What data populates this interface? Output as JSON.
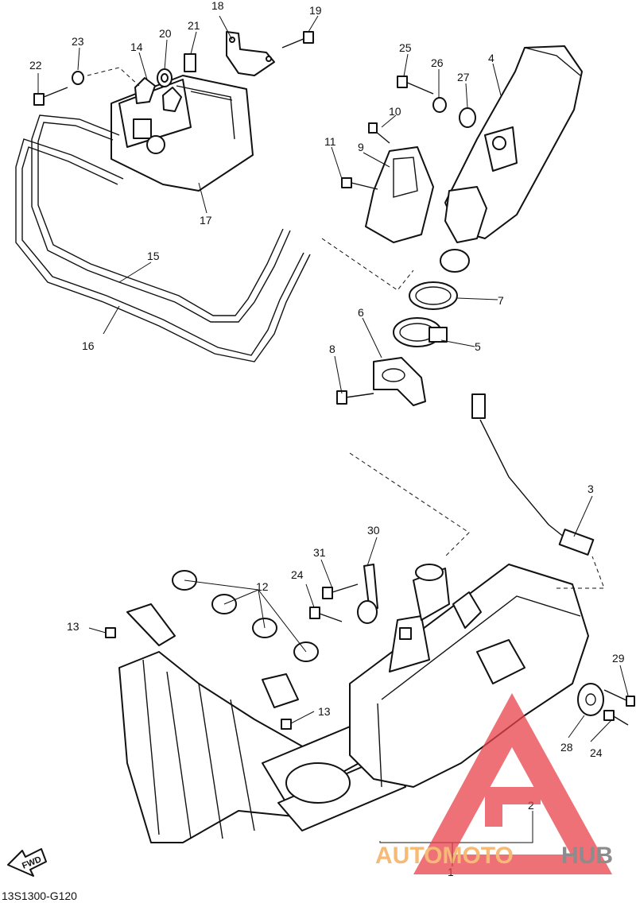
{
  "diagram": {
    "code": "13S1300-G120",
    "fwd_label": "FWD",
    "callouts": {
      "p1": "1",
      "p2": "2",
      "p3": "3",
      "p4": "4",
      "p5": "5",
      "p6": "6",
      "p7": "7",
      "p8": "8",
      "p9": "9",
      "p10": "10",
      "p11": "11",
      "p12": "12",
      "p13a": "13",
      "p13b": "13",
      "p14": "14",
      "p15": "15",
      "p16": "16",
      "p17": "17",
      "p18": "18",
      "p19": "19",
      "p20": "20",
      "p21": "21",
      "p22": "22",
      "p23": "23",
      "p24a": "24",
      "p24b": "24",
      "p25": "25",
      "p26": "26",
      "p27": "27",
      "p28": "28",
      "p29": "29",
      "p30": "30",
      "p31": "31"
    }
  },
  "watermark": {
    "brand_part1": "AUTOMOTO",
    "brand_part2": "HUB",
    "colors": {
      "red": "#e8424a",
      "orange": "#f4a34a",
      "gray": "#666666"
    }
  }
}
